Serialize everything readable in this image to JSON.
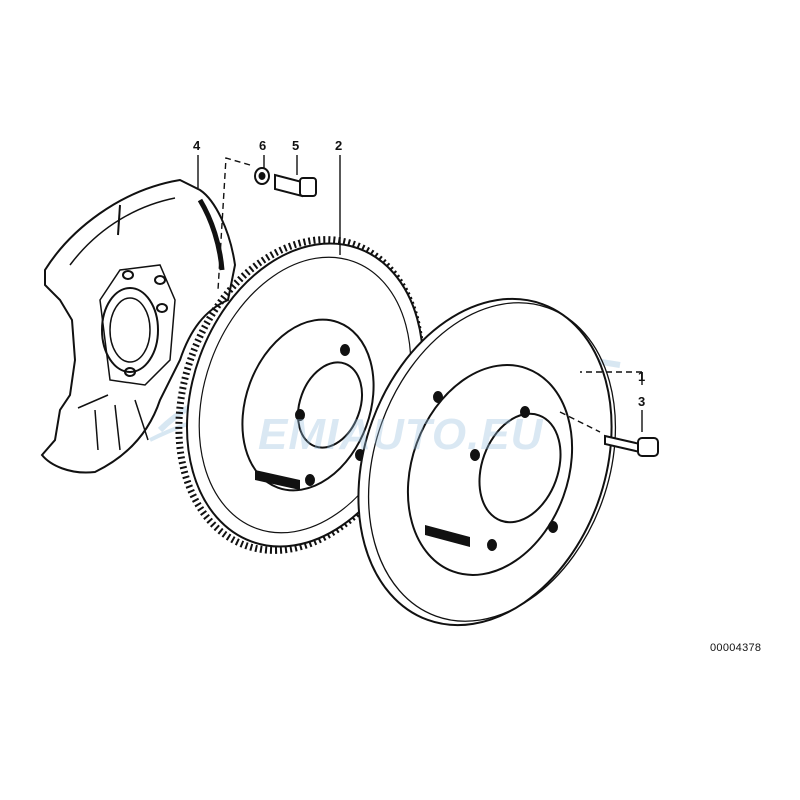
{
  "callouts": {
    "p1": "1",
    "p2": "2",
    "p3": "3",
    "p4": "4",
    "p5": "5",
    "p6": "6"
  },
  "document_number": "00004378",
  "watermark": "EMIAUTO.EU",
  "colors": {
    "line": "#111111",
    "watermark": "#9cc3de",
    "background": "#ffffff"
  }
}
